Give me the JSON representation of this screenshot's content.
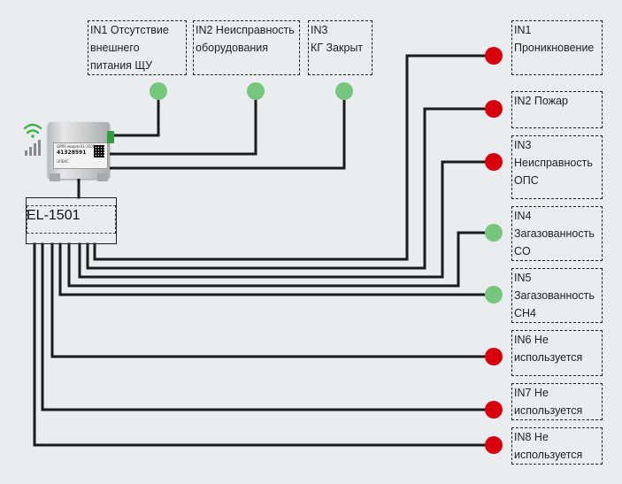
{
  "controller": {
    "label": "EL-1501"
  },
  "modem": {
    "line1": "GPRS модем EL-3100",
    "line2": "41328591",
    "line3": "ЭЛЕКС"
  },
  "colors": {
    "ok": "#77c67d",
    "alarm": "#d9000d",
    "wifi": "#3fb34a",
    "wire": "#1b1b1b"
  },
  "top_inputs": [
    {
      "id": "IN1",
      "text": "IN1 Отсутствие\nвнешнего\nпитания ЩУ",
      "status": "ok"
    },
    {
      "id": "IN2",
      "text": "IN2 Неисправность\nоборудования",
      "status": "ok"
    },
    {
      "id": "IN3",
      "text": "IN3\nКГ Закрыт",
      "status": "ok"
    }
  ],
  "right_inputs": [
    {
      "id": "IN1",
      "text": "IN1\nПроникновение",
      "status": "alarm"
    },
    {
      "id": "IN2",
      "text": "IN2 Пожар",
      "status": "alarm"
    },
    {
      "id": "IN3",
      "text": "IN3\nНеисправность\nОПС",
      "status": "alarm"
    },
    {
      "id": "IN4",
      "text": "IN4\nЗагазованность\nCO",
      "status": "ok"
    },
    {
      "id": "IN5",
      "text": "IN5\nЗагазованность\nCH4",
      "status": "ok"
    },
    {
      "id": "IN6",
      "text": "IN6 Не\nиспользуется",
      "status": "alarm"
    },
    {
      "id": "IN7",
      "text": "IN7 Не\nиспользуется",
      "status": "alarm"
    },
    {
      "id": "IN8",
      "text": "IN8 Не\nиспользуется",
      "status": "alarm"
    }
  ]
}
